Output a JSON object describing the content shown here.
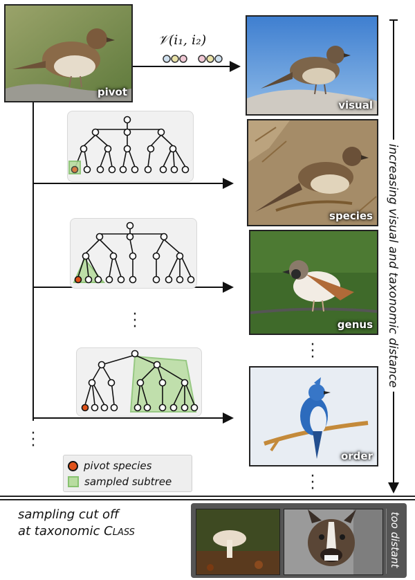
{
  "pivot": {
    "label": "pivot"
  },
  "formula": {
    "text": "𝒱(i₁, i₂)"
  },
  "panels": [
    {
      "label": "visual"
    },
    {
      "label": "species"
    },
    {
      "label": "genus"
    },
    {
      "label": "order"
    }
  ],
  "axis": {
    "label": "increasing visual and taxonomic distance"
  },
  "legend": {
    "pivot_species": "pivot species",
    "sampled_subtree": "sampled subtree"
  },
  "cutoff": {
    "line1": "sampling cut off",
    "line2_prefix": "at taxonomic ",
    "line2_class": "Class"
  },
  "bottom": {
    "label": "too distant"
  },
  "colors": {
    "pivot": "#e0521a",
    "subtree_fill": "#b8dca0",
    "subtree_stroke": "#88c270",
    "tree_bg": "#f1f1f1"
  }
}
